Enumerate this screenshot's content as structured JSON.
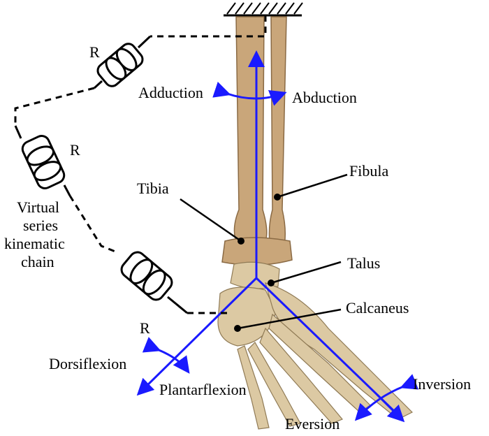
{
  "labels": {
    "adduction": "Adduction",
    "abduction": "Abduction",
    "fibula": "Fibula",
    "tibia": "Tibia",
    "talus": "Talus",
    "calcaneus": "Calcaneus",
    "dorsiflexion": "Dorsiflexion",
    "plantarflexion": "Plantarflexion",
    "inversion": "Inversion",
    "eversion": "Eversion",
    "chain_line1": "Virtual",
    "chain_line2": "series",
    "chain_line3": "kinematic",
    "chain_line4": "chain",
    "revolute_1": "R",
    "revolute_2": "R",
    "revolute_3": "R"
  },
  "colors": {
    "axis": "#1a1aff",
    "bone": "#c9a67a"
  }
}
